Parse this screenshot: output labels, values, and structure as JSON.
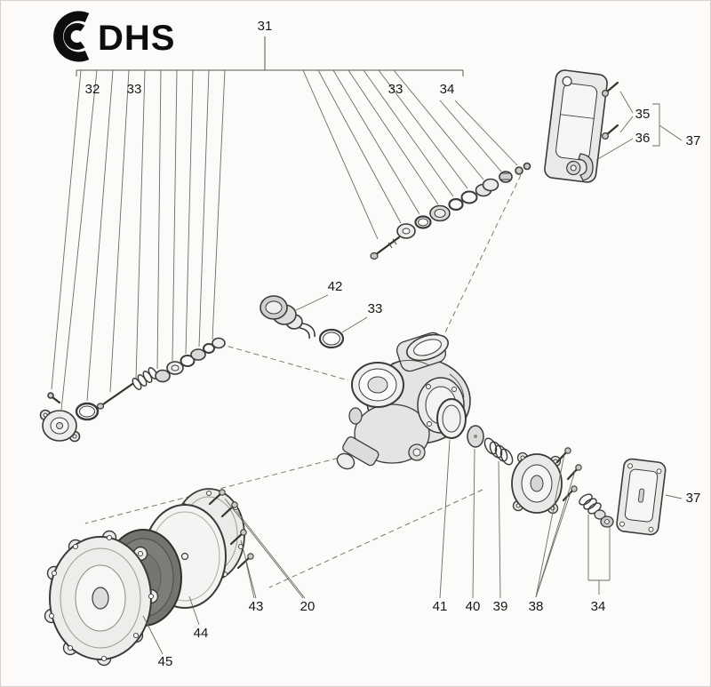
{
  "brand": {
    "name": "DHS"
  },
  "labels": {
    "n31": "31",
    "n32": "32",
    "n33_left": "33",
    "n33_right": "33",
    "n33_mid": "33",
    "n34_top": "34",
    "n34_bottom": "34",
    "n35": "35",
    "n36": "36",
    "n37_top": "37",
    "n37_bottom": "37",
    "n38": "38",
    "n39": "39",
    "n40": "40",
    "n41": "41",
    "n42": "42",
    "n43": "43",
    "n20": "20",
    "n44": "44",
    "n45": "45"
  },
  "colors": {
    "outline": "#3a3a38",
    "leader": "#6a6a66",
    "metal_light": "#ececea",
    "metal_mid": "#d9d9d7",
    "diaphragm_dark": "#73736f",
    "background": "#fcfbf9"
  }
}
